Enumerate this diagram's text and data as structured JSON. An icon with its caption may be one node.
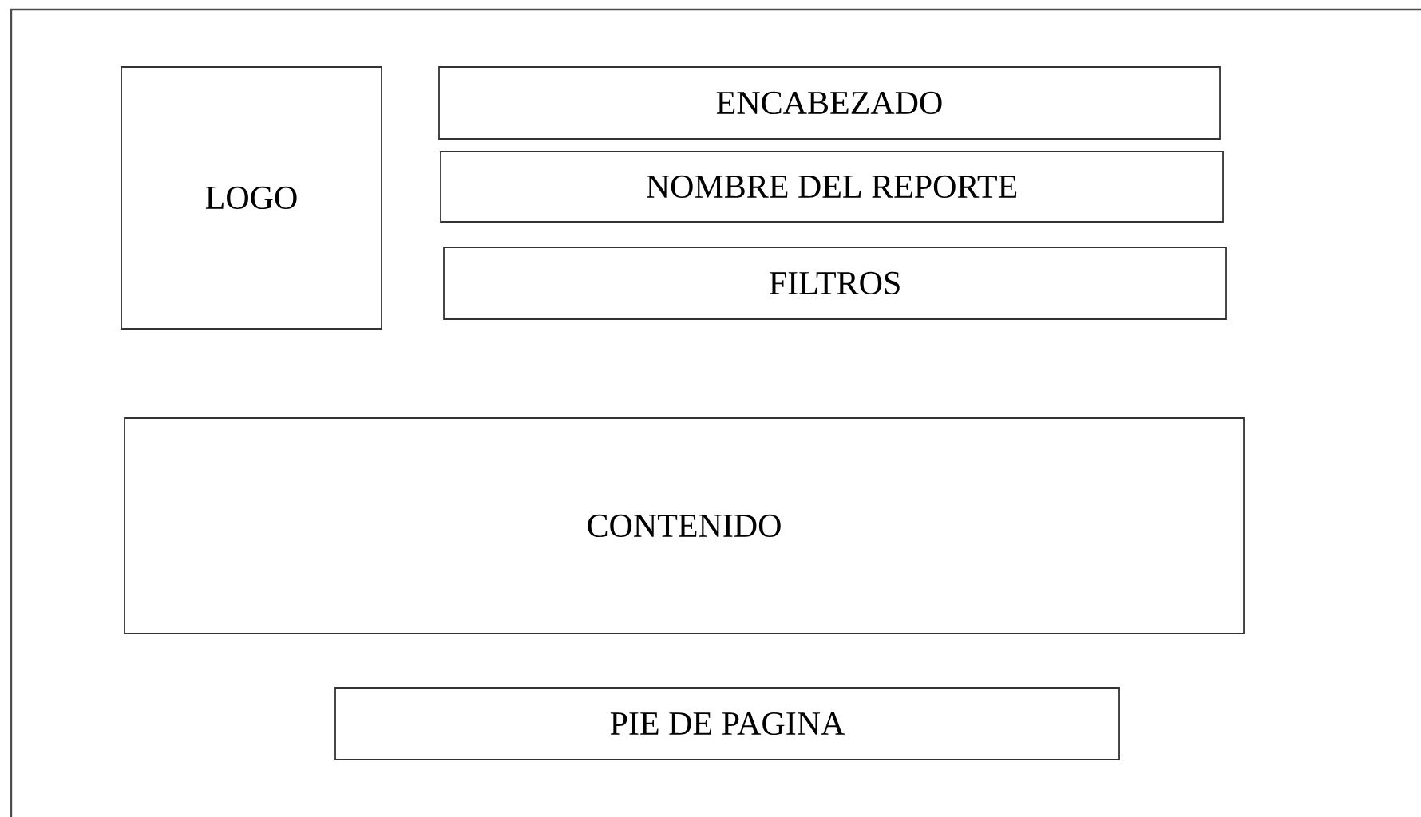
{
  "diagram": {
    "nodes": [
      {
        "text": [],
        "shape": "box"
      },
      {
        "text": [
          "LOGO"
        ],
        "in": 0
      },
      {
        "text": [
          "ENCABEZADO"
        ],
        "in": 0
      },
      {
        "text": [
          "NOMBRE DEL REPORTE"
        ],
        "in": 0
      },
      {
        "text": [
          "FILTROS"
        ],
        "in": 0
      },
      {
        "text": [
          "CONTENIDO"
        ],
        "in": 0
      },
      {
        "text": [
          "PIE DE PAGINA"
        ],
        "in": 0
      }
    ]
  }
}
